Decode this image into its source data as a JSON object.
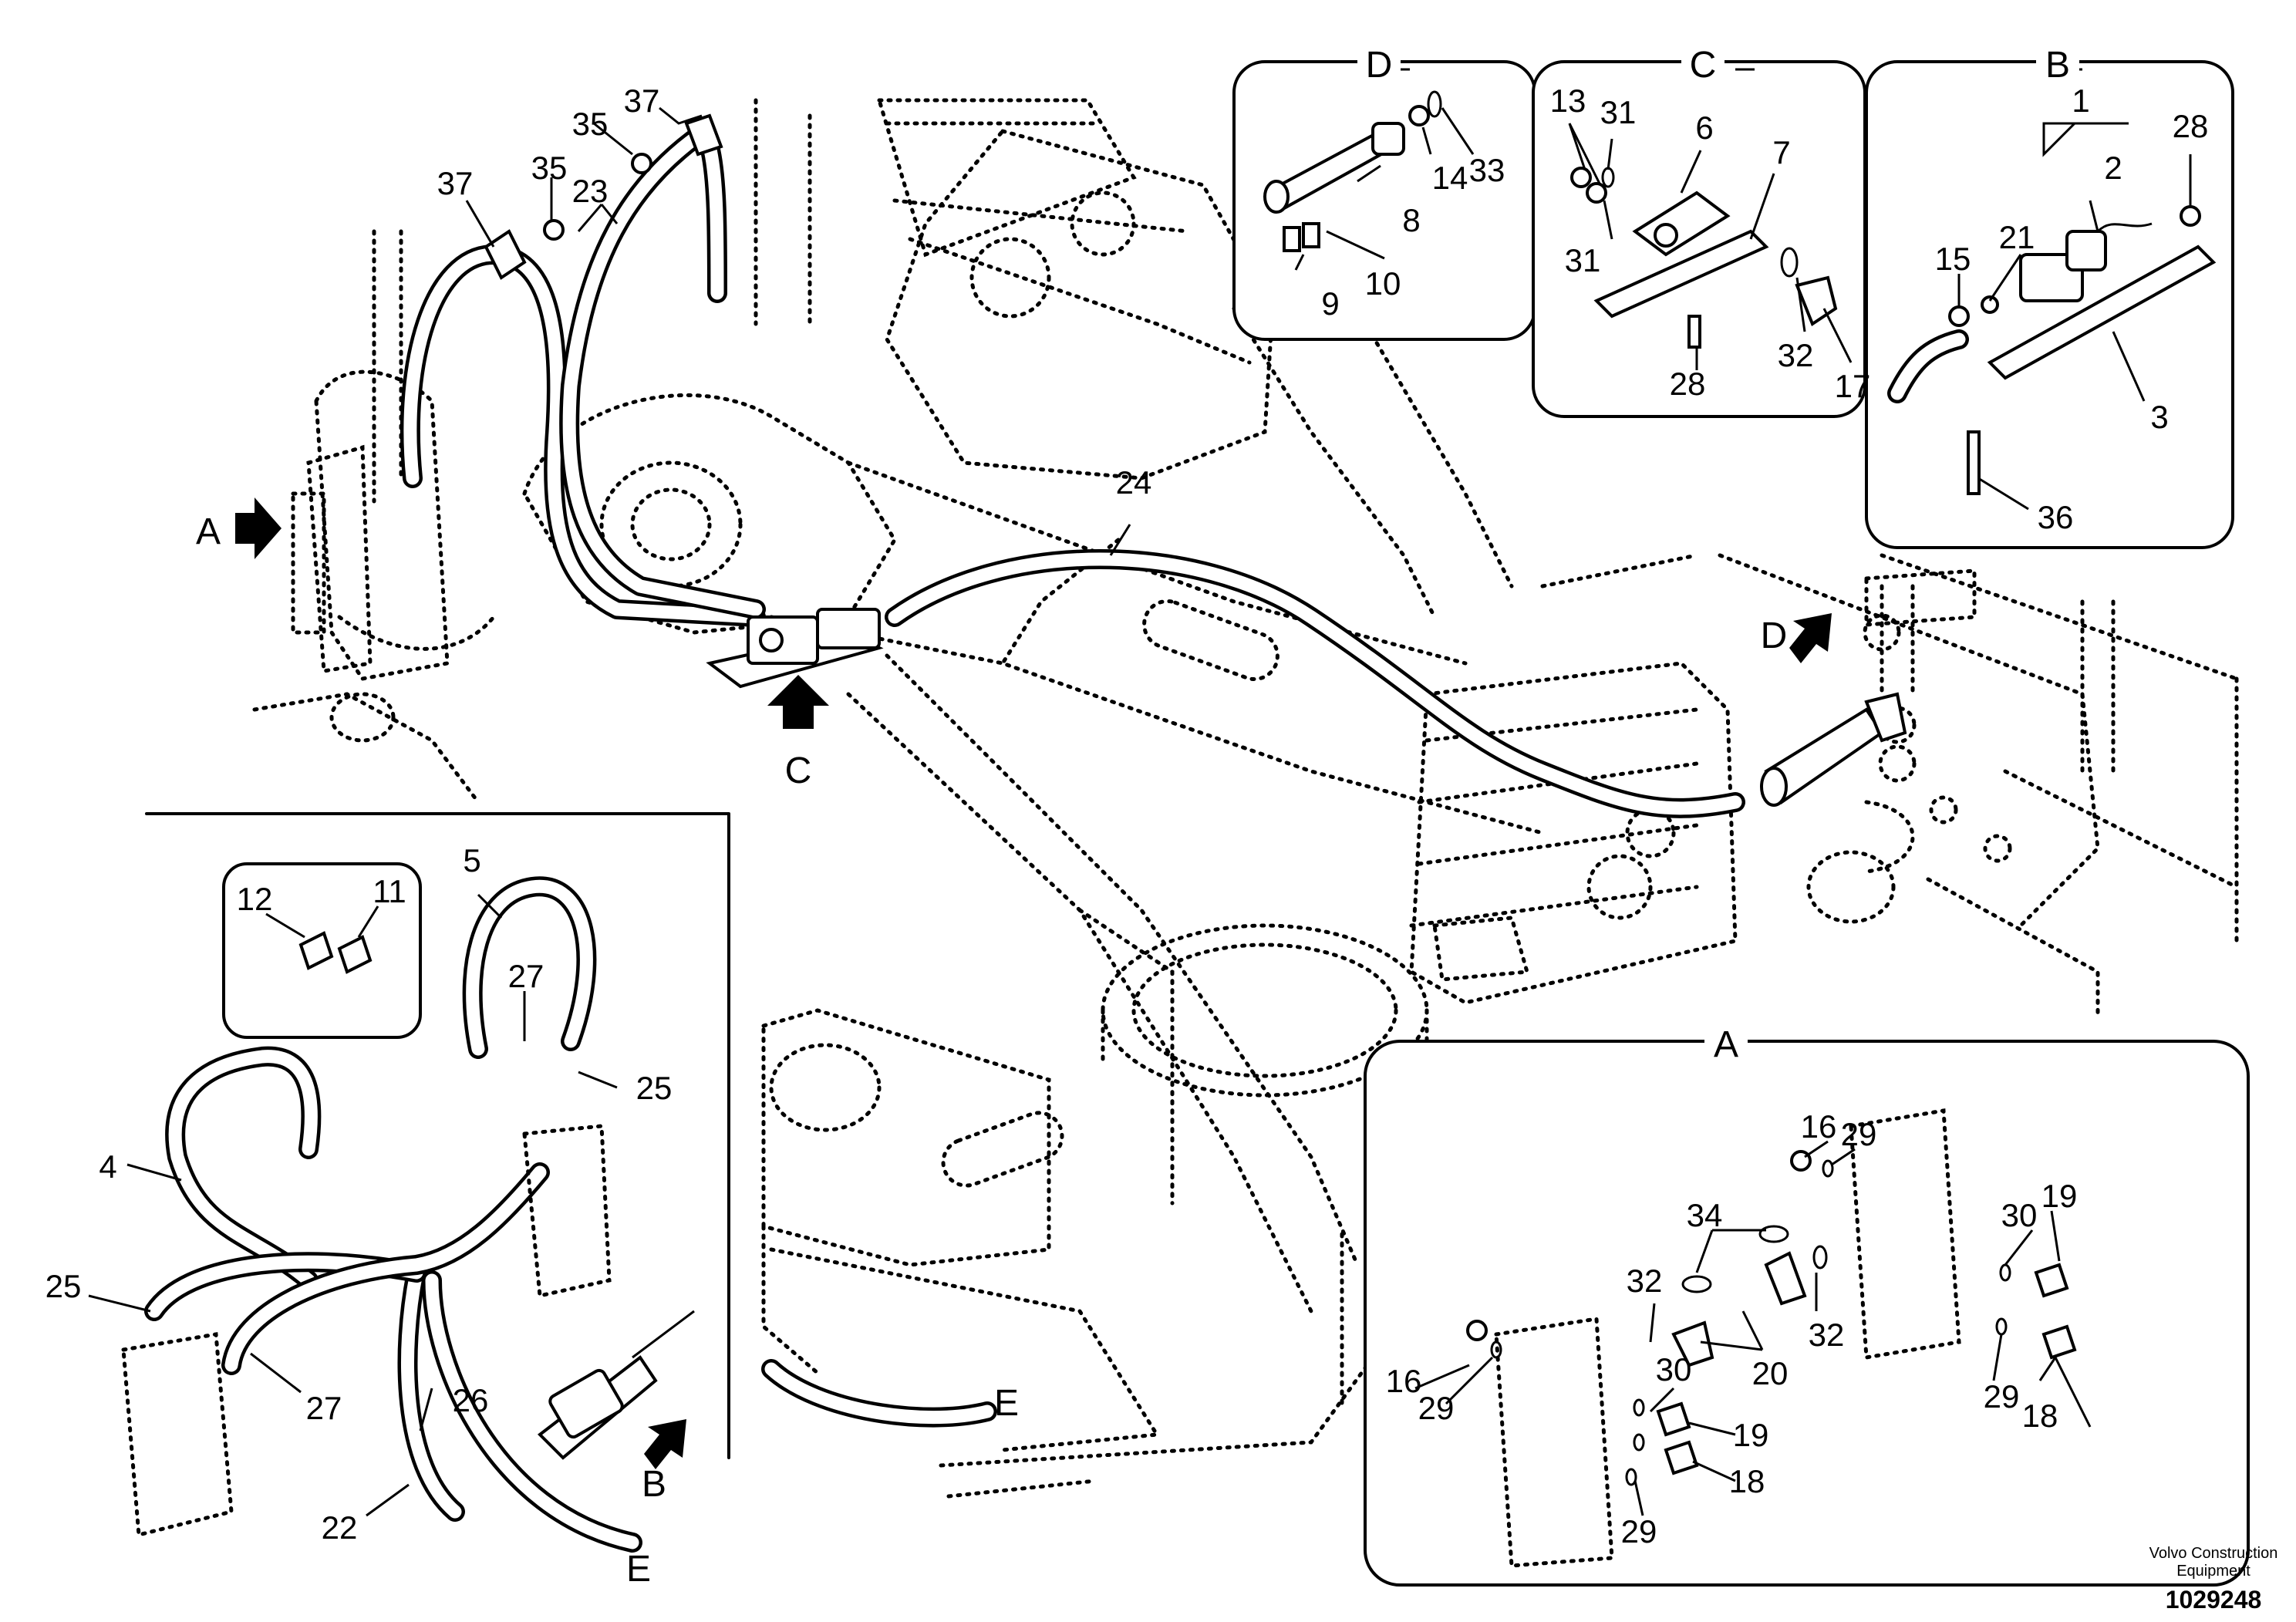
{
  "diagram": {
    "callouts": {
      "c1": "1",
      "c2": "2",
      "c3": "3",
      "c4": "4",
      "c5": "5",
      "c6": "6",
      "c7": "7",
      "c8": "8",
      "c9": "9",
      "c10": "10",
      "c11": "11",
      "c12": "12",
      "c13": "13",
      "c14": "14",
      "c15": "15",
      "c16": "16",
      "c17": "17",
      "c18": "18",
      "c19": "19",
      "c20": "20",
      "c21": "21",
      "c22": "22",
      "c23": "23",
      "c24": "24",
      "c25": "25",
      "c26": "26",
      "c27": "27",
      "c28": "28",
      "c29": "29",
      "c30": "30",
      "c31": "31",
      "c32": "32",
      "c33": "33",
      "c34": "34",
      "c35": "35",
      "c36": "36",
      "c37": "37"
    },
    "views": {
      "a": "A",
      "b": "B",
      "c": "C",
      "d": "D",
      "e": "E"
    },
    "manufacturer": {
      "line1": "Volvo Construction",
      "line2": "Equipment"
    },
    "drawing_number": "1029248"
  }
}
